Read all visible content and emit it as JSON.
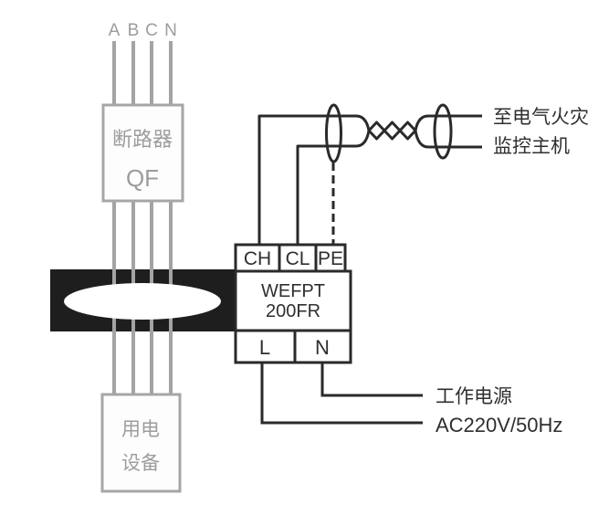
{
  "diagram": {
    "title_hint": "WEFPT 200FR electrical fire monitoring detector wiring diagram",
    "phase_labels": [
      "A",
      "B",
      "C",
      "N"
    ],
    "breaker": {
      "line1": "断路器",
      "line2": "QF"
    },
    "load": {
      "line1": "用电",
      "line2": "设备"
    },
    "device": {
      "name_line1": "WEFPT",
      "name_line2": "200FR",
      "terminal_ch": "CH",
      "terminal_cl": "CL",
      "terminal_pe": "PE",
      "terminal_l": "L",
      "terminal_n": "N"
    },
    "monitor_label": {
      "line1": "至电气火灾",
      "line2": "监控主机"
    },
    "power_label": {
      "line1": "工作电源",
      "line2": "AC220V/50Hz"
    },
    "colors": {
      "line_black": "#2a2a2a",
      "wire_gray": "#a3a3a3",
      "ct_ring_black": "#1e1e1e",
      "gray_text": "#9d9d9d"
    }
  }
}
